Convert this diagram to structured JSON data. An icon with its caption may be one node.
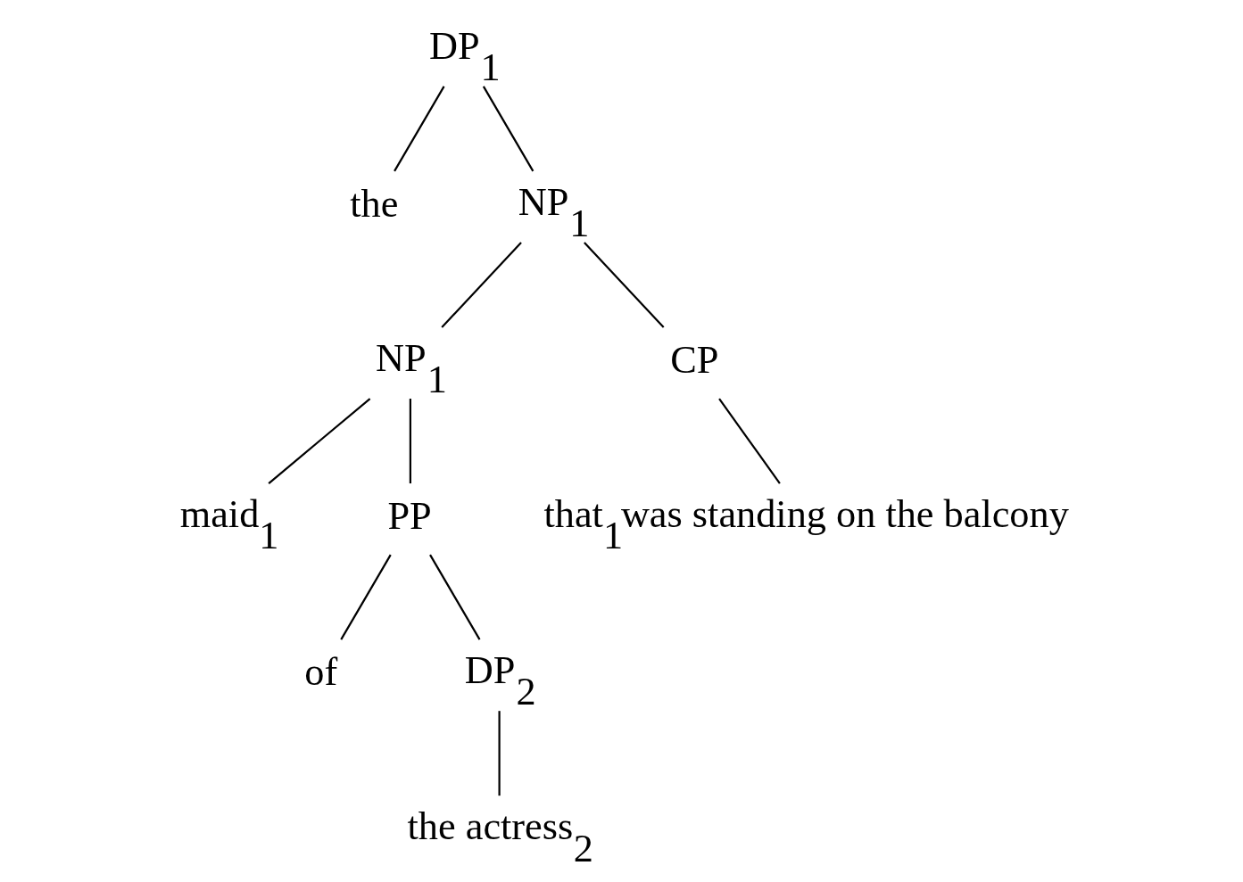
{
  "diagram": {
    "nodes": [
      {
        "text": [
          "DP$_{1}$"
        ]
      },
      {
        "text": [
          "the"
        ]
      },
      {
        "text": [
          "NP$_{1}$"
        ]
      },
      {
        "text": [
          "NP$_{1}$"
        ]
      },
      {
        "text": [
          "CP"
        ]
      },
      {
        "text": [
          "maid$_{1}$"
        ]
      },
      {
        "text": [
          "PP"
        ]
      },
      {
        "text": [
          "that$_{1}$was standing on the balcony"
        ]
      },
      {
        "text": [
          "of"
        ]
      },
      {
        "text": [
          "DP$_{2}$"
        ]
      },
      {
        "text": [
          "the actress$_{2}$"
        ]
      }
    ],
    "edges": [
      {
        "from": 0,
        "to": 1,
        "arrow": "none"
      },
      {
        "from": 0,
        "to": 2,
        "arrow": "none"
      },
      {
        "from": 2,
        "to": 3,
        "arrow": "none"
      },
      {
        "from": 2,
        "to": 4,
        "arrow": "none"
      },
      {
        "from": 3,
        "to": 5,
        "arrow": "none"
      },
      {
        "from": 3,
        "to": 6,
        "arrow": "none"
      },
      {
        "from": 4,
        "to": 7,
        "arrow": "none"
      },
      {
        "from": 6,
        "to": 8,
        "arrow": "none"
      },
      {
        "from": 6,
        "to": 9,
        "arrow": "none"
      },
      {
        "from": 9,
        "to": 10,
        "arrow": "none"
      }
    ]
  }
}
